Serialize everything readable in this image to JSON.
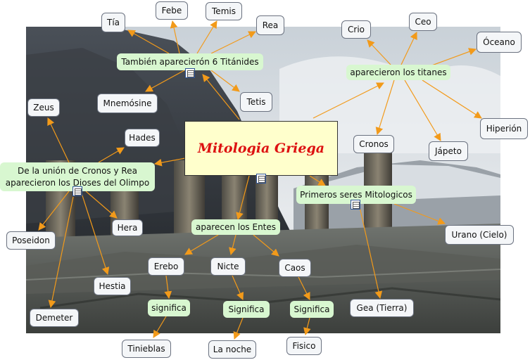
{
  "colors": {
    "concept_fill": "#f4f6f8",
    "concept_border": "#6b7280",
    "link_fill": "#d8f7d0",
    "root_fill": "#ffffcc",
    "root_text": "#dd1111",
    "arrow": "#f29a1a"
  },
  "root": {
    "label": "Mitologia Griega"
  },
  "links": {
    "titanides": "También aparecierón 6 Titánides",
    "titanes": "aparecieron los titanes",
    "dioses": "De la unión de Cronos y Rea aparecieron los Dioses del Olimpo",
    "primeros": "Primeros seres Mitologicos",
    "entes": "aparecen los Entes",
    "significa_erebo": "significa",
    "significa_nicte": "Significa",
    "significa_caos": "Significa"
  },
  "concepts": {
    "tia": "Tía",
    "febe": "Febe",
    "temis": "Temis",
    "rea": "Rea",
    "mnemosine": "Mnemósine",
    "tetis": "Tetis",
    "crio": "Crio",
    "ceo": "Ceo",
    "oceano": "Óceano",
    "hiperion": "Hiperión",
    "japeto": "Jápeto",
    "cronos": "Cronos",
    "zeus": "Zeus",
    "hades": "Hades",
    "poseidon": "Poseidon",
    "hera": "Hera",
    "hestia": "Hestia",
    "demeter": "Demeter",
    "urano": "Urano (Cielo)",
    "gea": "Gea (Tierra)",
    "erebo": "Erebo",
    "nicte": "Nicte",
    "caos": "Caos",
    "tinieblas": "Tinieblas",
    "la_noche": "La noche",
    "fisico": "Fisico"
  },
  "icons": [
    "document-icon"
  ]
}
